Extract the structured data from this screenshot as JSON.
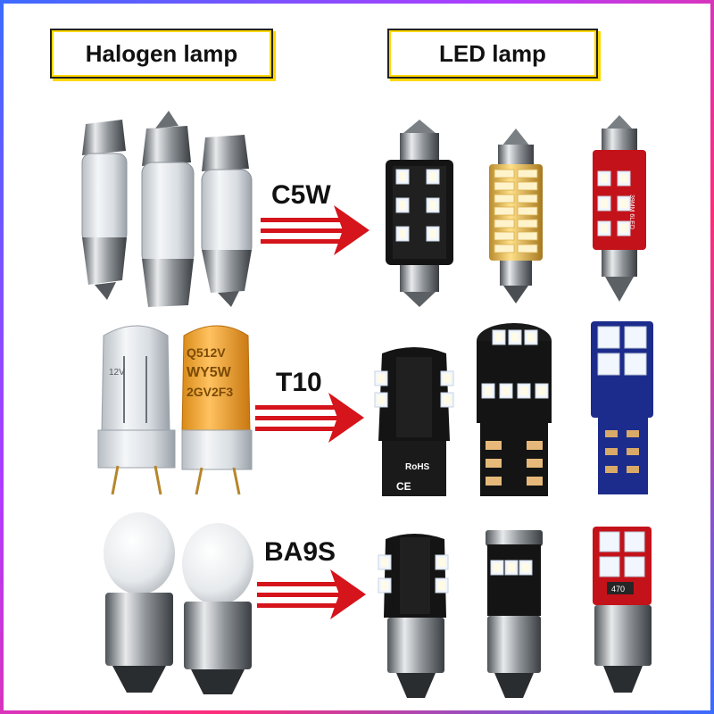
{
  "headers": {
    "halogen": "Halogen lamp",
    "led": "LED lamp"
  },
  "rows": [
    {
      "code": "C5W"
    },
    {
      "code": "T10"
    },
    {
      "code": "BA9S"
    }
  ],
  "bulb_markings": {
    "amber_line1": "Q512V",
    "amber_line2": "WY5W",
    "amber_line3": "2GV2F3",
    "clear_side": "12V",
    "pcb_rohs": "RoHS",
    "pcb_ce": "CE",
    "festoon_side": "39MM 6LED",
    "resistor": "470"
  },
  "colors": {
    "arrow": "#d5141b",
    "header_border": "#ffd800",
    "pcb_black": "#141414",
    "pcb_red": "#c4121a",
    "pcb_blue": "#1c2c8c",
    "amber": "#f2a22c",
    "led_chip": "#e8f2ff",
    "chrome": "#8e9398"
  }
}
